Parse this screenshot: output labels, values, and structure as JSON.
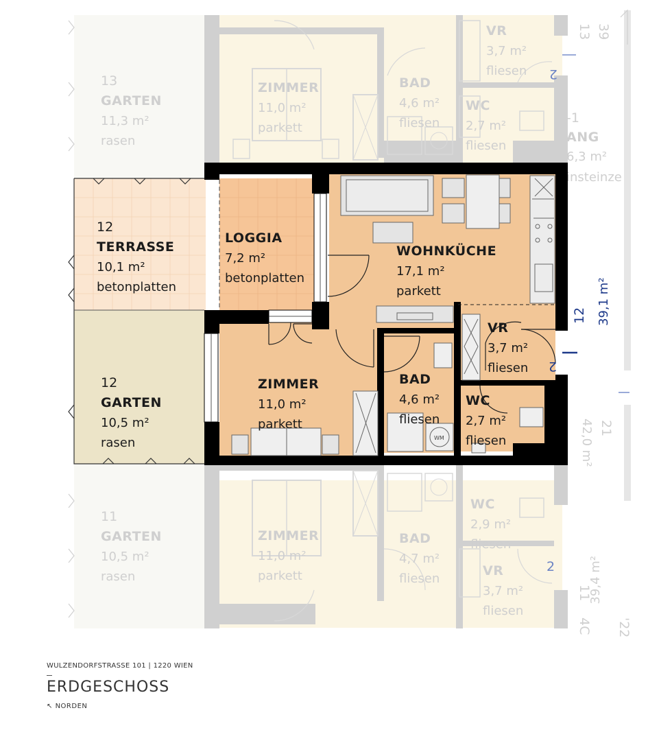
{
  "apartment": {
    "rooms": [
      {
        "id": "terrasse",
        "number": "12",
        "name": "TERRASSE",
        "area": "10,1 m²",
        "material": "betonplatten"
      },
      {
        "id": "loggia",
        "name": "LOGGIA",
        "area": "7,2 m²",
        "material": "betonplatten"
      },
      {
        "id": "wohnkueche",
        "name": "WOHNKÜCHE",
        "area": "17,1 m²",
        "material": "parkett"
      },
      {
        "id": "garten",
        "number": "12",
        "name": "GARTEN",
        "area": "10,5 m²",
        "material": "rasen"
      },
      {
        "id": "zimmer",
        "name": "ZIMMER",
        "area": "11,0 m²",
        "material": "parkett"
      },
      {
        "id": "bad",
        "name": "BAD",
        "area": "4,6 m²",
        "material": "fliesen"
      },
      {
        "id": "vr",
        "name": "VR",
        "area": "3,7 m²",
        "material": "fliesen"
      },
      {
        "id": "wc",
        "name": "WC",
        "area": "2,7 m²",
        "material": "fliesen"
      }
    ],
    "unit_number": "12",
    "total_area": "39,1 m²",
    "washer_label": "WM",
    "entrance_mark": "2"
  },
  "neighbors": {
    "above": {
      "garten": {
        "number": "13",
        "name": "GARTEN",
        "area": "11,3 m²",
        "material": "rasen"
      },
      "zimmer": {
        "name": "ZIMMER",
        "area": "11,0 m²",
        "material": "parkett"
      },
      "bad": {
        "name": "BAD",
        "area": "4,6 m²",
        "material": "fliesen"
      },
      "vr": {
        "name": "VR",
        "area": "3,7 m²",
        "material": "fliesen"
      },
      "wc": {
        "name": "WC",
        "area": "2,7 m²",
        "material": "fliesen"
      },
      "gang_fragment": "ANG",
      "gang_number_fragment": "-1",
      "gang_area_fragment": "6,3 m²",
      "gang_material_fragment": "insteinze",
      "unit_mark": "2",
      "top_numbers": [
        "13",
        "39"
      ]
    },
    "below": {
      "garten": {
        "number": "11",
        "name": "GARTEN",
        "area": "10,5 m²",
        "material": "rasen"
      },
      "zimmer": {
        "name": "ZIMMER",
        "area": "11,0 m²",
        "material": "parkett"
      },
      "bad": {
        "name": "BAD",
        "area": "4,7 m²",
        "material": "fliesen"
      },
      "wc": {
        "name": "WC",
        "area": "2,9 m²",
        "material": "fliesen"
      },
      "vr": {
        "name": "VR",
        "area": "3,7 m²",
        "material": "fliesen"
      },
      "unit_mark": "2",
      "side_number": "11",
      "side_area": "39,4 m²",
      "bottom_numbers": [
        "4C",
        "'22"
      ]
    },
    "side": {
      "number": "21",
      "area": "42,0 m²"
    }
  },
  "footer": {
    "address": "WULZENDORFSTRASSE 101 | 1220 WIEN",
    "floor": "ERDGESCHOSS",
    "north": "NORDEN",
    "north_icon": "north-arrow-icon"
  },
  "colors": {
    "room_fill": "#f2c697",
    "terrace_fill": "#fbe6d1",
    "garden_fill": "#ece4c8",
    "neighbor_fill": "#fbf5e3",
    "wall": "#000000",
    "neighbor_wall": "#c8c8c8",
    "accent_blue": "#1e3a8a"
  }
}
